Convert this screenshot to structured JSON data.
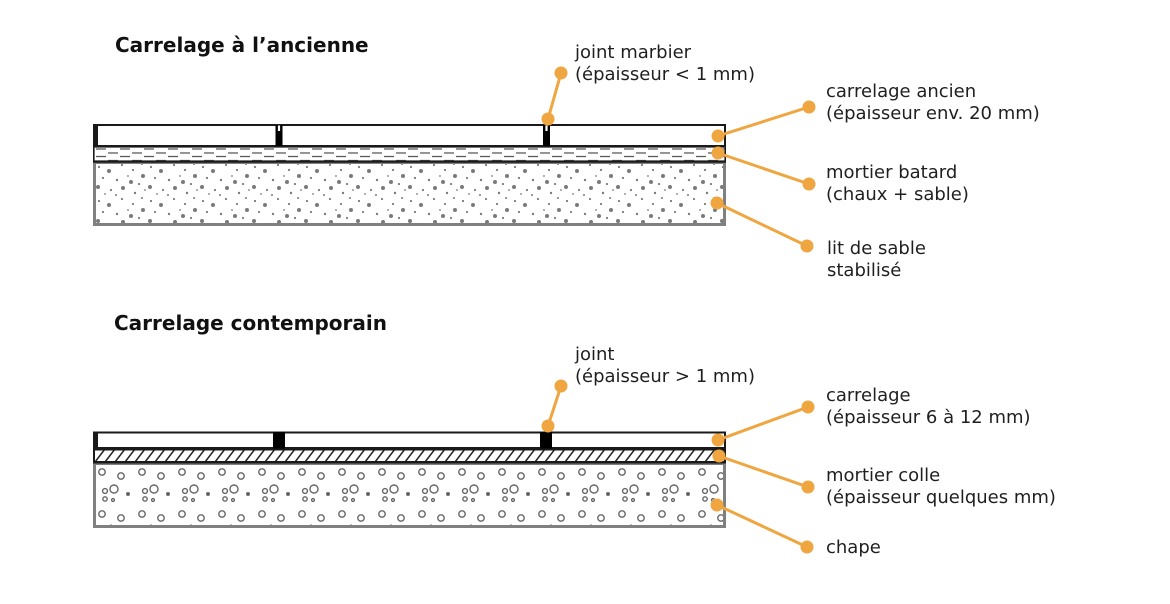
{
  "colors": {
    "accent": "#F0A640",
    "ink": "#1a1a1a",
    "layer_border_gray": "#808080",
    "speckle_gray": "#777777",
    "background": "#ffffff"
  },
  "sections": {
    "ancien": {
      "title": "Carrelage à l’ancienne",
      "labels": {
        "joint": [
          "joint marbier",
          "(épaisseur < 1 mm)"
        ],
        "tile": [
          "carrelage ancien",
          "(épaisseur env. 20 mm)"
        ],
        "mortar": [
          "mortier batard",
          "(chaux + sable)"
        ],
        "bed": [
          "lit de sable",
          "stabilisé"
        ]
      }
    },
    "contemporain": {
      "title": "Carrelage contemporain",
      "labels": {
        "joint": [
          "joint",
          "(épaisseur > 1 mm)"
        ],
        "tile": [
          "carrelage",
          "(épaisseur 6 à 12 mm)"
        ],
        "mortar": [
          "mortier colle",
          "(épaisseur quelques mm)"
        ],
        "base": [
          "chape"
        ]
      }
    }
  }
}
